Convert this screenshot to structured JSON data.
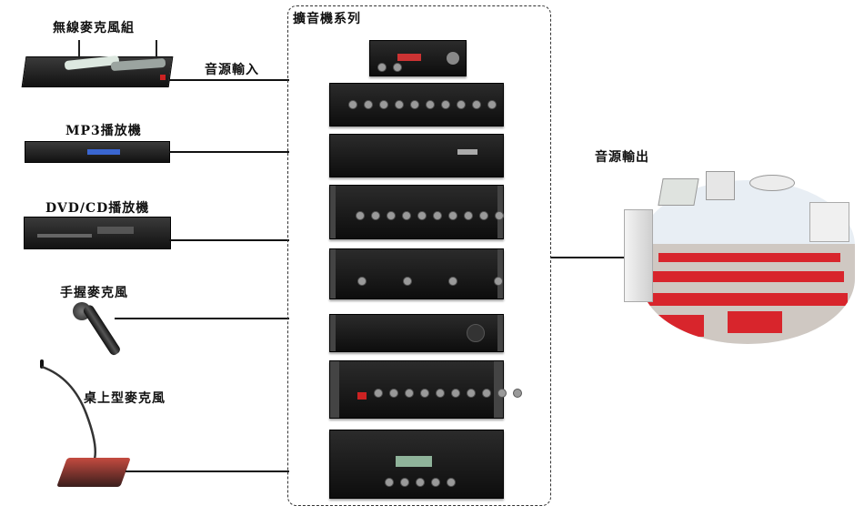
{
  "inputs": [
    {
      "label": "無線麥克風組"
    },
    {
      "label": "MP3播放機"
    },
    {
      "label": "DVD/CD播放機"
    },
    {
      "label": "手握麥克風"
    },
    {
      "label": "桌上型麥克風"
    }
  ],
  "input_caption": "音源輸入",
  "amp_series_title": "擴音機系列",
  "output_caption": "音源輸出",
  "icons": {
    "wireless_mic": "wireless-mic-receiver-icon",
    "mp3": "mp3-player-icon",
    "dvd": "dvd-player-icon",
    "handheld_mic": "handheld-mic-icon",
    "desk_mic": "gooseneck-desk-mic-icon",
    "classroom": "classroom-speakers-icon"
  },
  "colors": {
    "chair_red": "#d8252c",
    "line": "#111111"
  }
}
